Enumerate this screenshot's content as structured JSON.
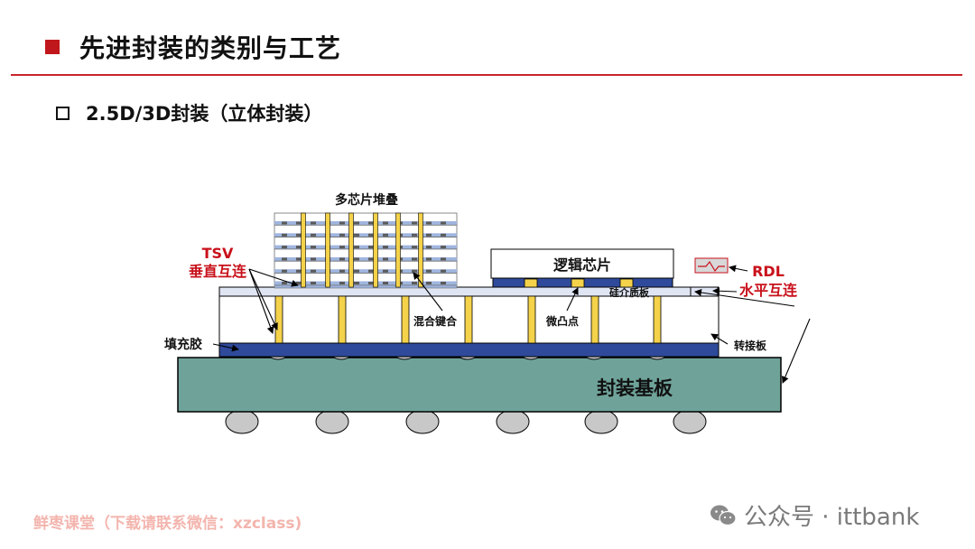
{
  "header": {
    "title": "先进封装的类别与工艺"
  },
  "section": {
    "subtitle": "2.5D/3D封装（立体封装）"
  },
  "diagram": {
    "labels": {
      "stack": "多芯片堆叠",
      "tsv": "TSV",
      "tsv_sub": "垂直互连",
      "logic_chip": "逻辑芯片",
      "rdl": "RDL",
      "rdl_sub": "水平互连",
      "silicon_interposer": "硅介质板",
      "hybrid_bonding": "混合键合",
      "micro_bump": "微凸点",
      "underfill": "填充胶",
      "interposer": "转接板",
      "package_substrate": "封装基板"
    },
    "colors": {
      "accent_red": "#c8101a",
      "substrate": "#6fa39a",
      "interposer_blue": "#2f4a9a",
      "via_yellow": "#f4d24a",
      "bump_gray": "#c8c8c8",
      "chip_layer_blue": "#9fb5de"
    }
  },
  "footer": {
    "left_text": "鲜枣课堂（下载请联系微信：xzclass)",
    "right_text": "公众号 · ittbank",
    "right_icon": "wechat-icon"
  }
}
